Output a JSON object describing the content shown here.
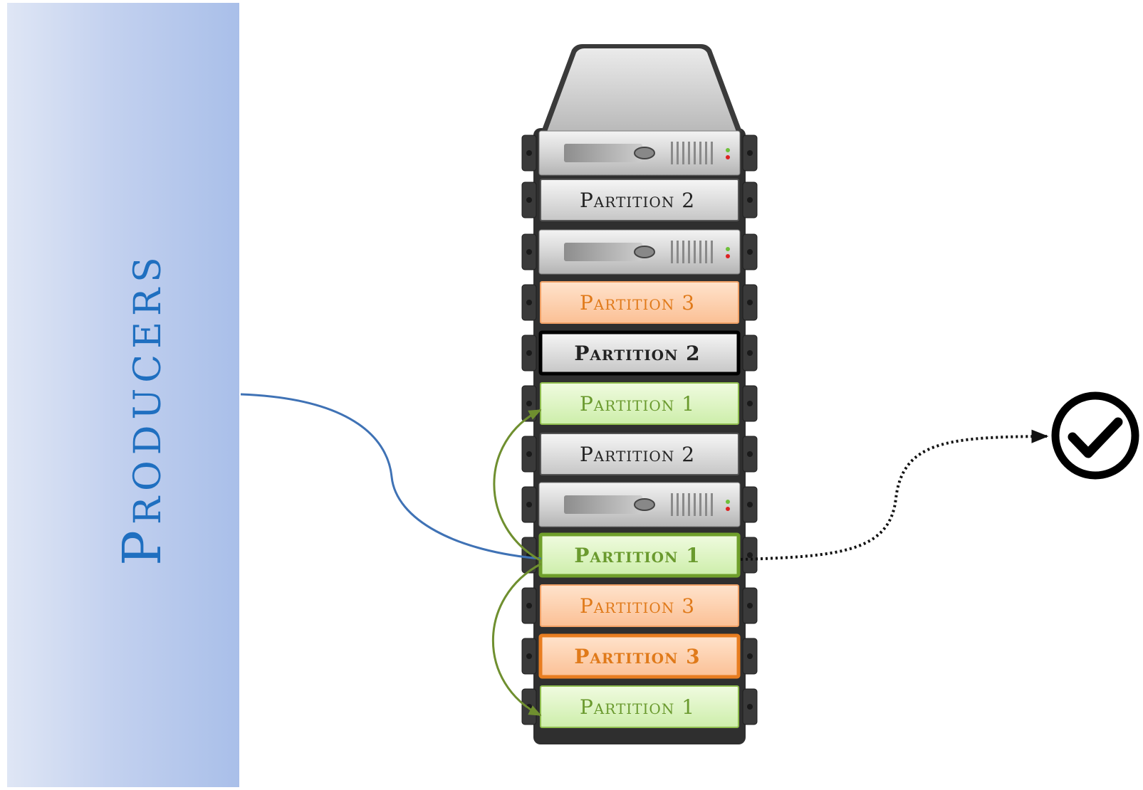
{
  "producers": {
    "label": "Producers"
  },
  "colors": {
    "producer_link": "#3f72b5",
    "replication_arrow": "#6f8f2f",
    "ack_link": "#111111",
    "partition_1_text": "#6a9a2e",
    "partition_2_text": "#222222",
    "partition_3_text": "#e07a1a"
  },
  "rack": {
    "units": [
      {
        "kind": "server"
      },
      {
        "kind": "partition",
        "label": "Partition 2",
        "partition": 2,
        "leader": false
      },
      {
        "kind": "server"
      },
      {
        "kind": "partition",
        "label": "Partition 3",
        "partition": 3,
        "leader": false
      },
      {
        "kind": "partition",
        "label": "Partition 2",
        "partition": 2,
        "leader": true
      },
      {
        "kind": "partition",
        "label": "Partition 1",
        "partition": 1,
        "leader": false
      },
      {
        "kind": "partition",
        "label": "Partition 2",
        "partition": 2,
        "leader": false
      },
      {
        "kind": "server"
      },
      {
        "kind": "partition",
        "label": "Partition 1",
        "partition": 1,
        "leader": true
      },
      {
        "kind": "partition",
        "label": "Partition 3",
        "partition": 3,
        "leader": false
      },
      {
        "kind": "partition",
        "label": "Partition 3",
        "partition": 3,
        "leader": true
      },
      {
        "kind": "partition",
        "label": "Partition 1",
        "partition": 1,
        "leader": false
      }
    ]
  },
  "acknowledgement": {
    "icon": "checkmark-circle-icon"
  }
}
